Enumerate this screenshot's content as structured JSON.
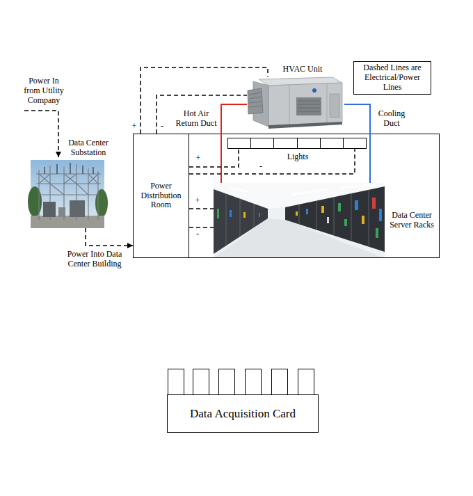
{
  "diagram": {
    "nodes": [
      {
        "text": [
          "HVAC Unit"
        ]
      },
      {
        "text": [
          "Dashed Lines are Electrical/Power Lines"
        ]
      },
      {
        "text": [
          "Data Center Substation"
        ]
      },
      {
        "text": [
          "Power Distribution Room"
        ]
      },
      {
        "text": [
          "Lights"
        ]
      },
      {
        "text": [
          "Data Center Server Racks"
        ]
      },
      {
        "text": [
          "Data Acquisition Card"
        ]
      }
    ],
    "edges": [
      {
        "from": 2,
        "to": 3,
        "arrow": "to",
        "label": "Power Into Data Center Building"
      },
      {
        "from": 3,
        "to": 0,
        "arrow": "none",
        "label": "+"
      },
      {
        "from": 3,
        "to": 0,
        "arrow": "none",
        "label": "-"
      },
      {
        "from": 5,
        "to": 0,
        "arrow": "none",
        "label": "Hot Air Return Duct"
      },
      {
        "from": 0,
        "to": 5,
        "arrow": "none",
        "label": "Cooling Duct"
      },
      {
        "from": 3,
        "to": 4,
        "arrow": "none",
        "label": "+"
      },
      {
        "from": 3,
        "to": 4,
        "arrow": "none",
        "label": "-"
      },
      {
        "from": 3,
        "to": 5,
        "arrow": "none",
        "label": "+"
      },
      {
        "from": 3,
        "to": 5,
        "arrow": "none",
        "label": "-"
      }
    ],
    "labels": [
      "Power In from Utility Company"
    ]
  }
}
